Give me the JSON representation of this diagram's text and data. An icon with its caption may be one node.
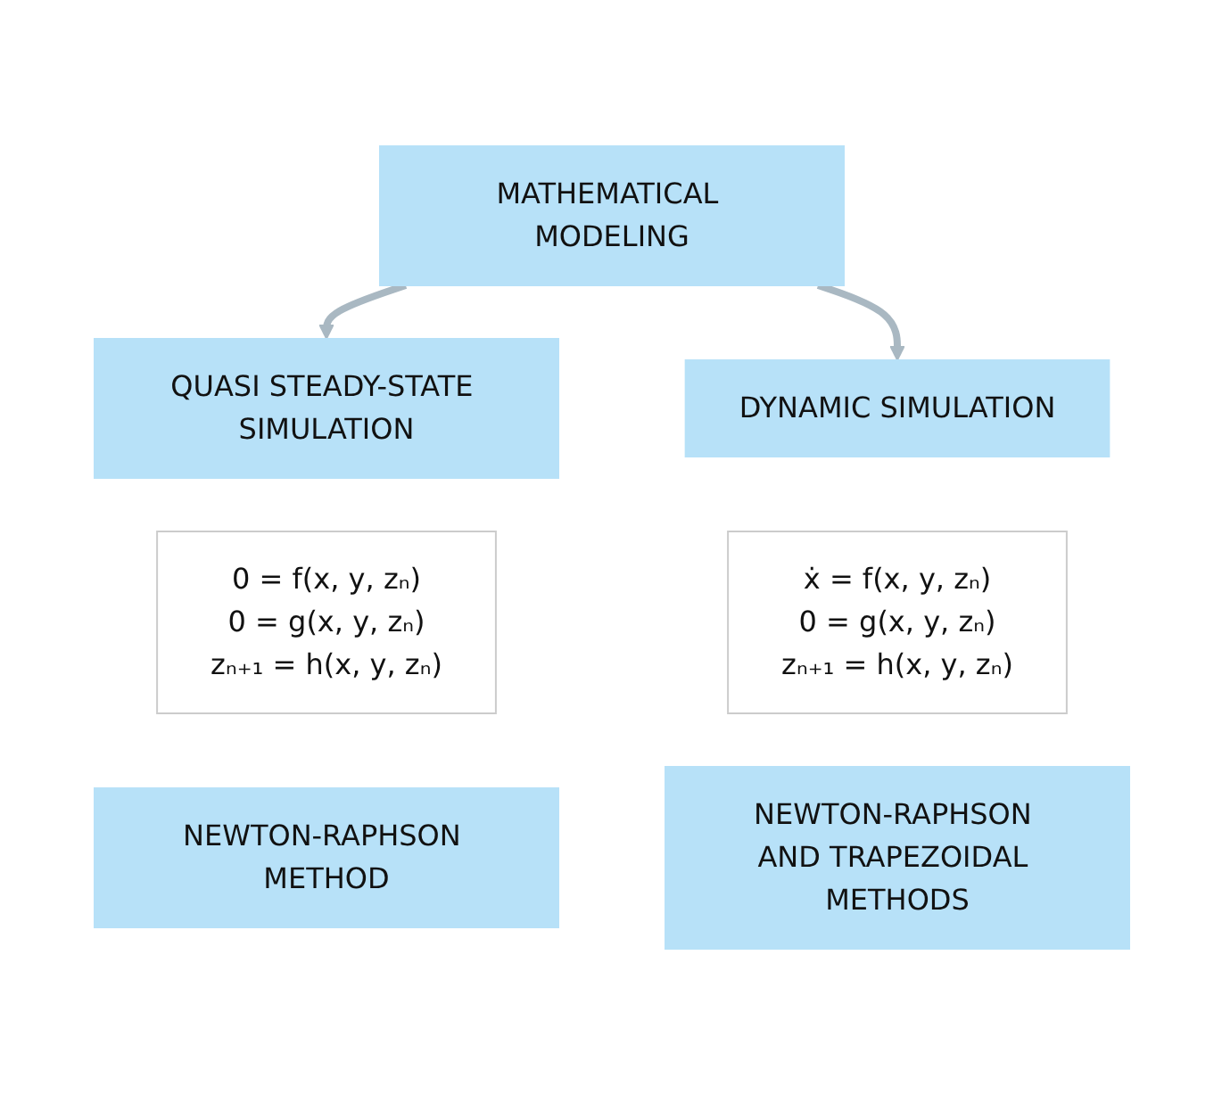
{
  "diagram": {
    "nodes": [
      {
        "text": [
          "MATHEMATICAL MODELING"
        ]
      },
      {
        "text": [
          "QUASI STEADY-STATE SIMULATION"
        ]
      },
      {
        "text": [
          "0 = f(x, y, zₙ)",
          "0 = g(x, y, zₙ)",
          "zₙ₊₁ = h(x, y, zₙ)"
        ]
      },
      {
        "text": [
          "NEWTON-RAPHSON METHOD"
        ]
      },
      {
        "text": [
          "DYNAMIC SIMULATION"
        ]
      },
      {
        "text": [
          "ẋ = f(x, y, zₙ)",
          "0 = g(x, y, zₙ)",
          "zₙ₊₁ = h(x, y, zₙ)"
        ]
      },
      {
        "text": [
          "NEWTON-RAPHSON AND TRAPEZOIDAL METHODS"
        ]
      }
    ],
    "edges": [
      {
        "from": 0,
        "to": 1,
        "arrow": "to"
      },
      {
        "from": 0,
        "to": 4,
        "arrow": "to"
      }
    ]
  }
}
